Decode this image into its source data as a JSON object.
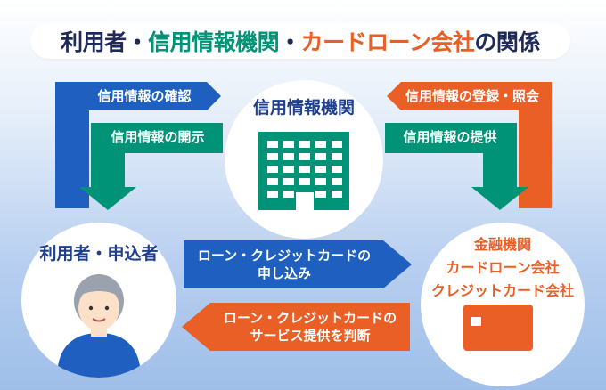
{
  "title": {
    "part1": "利用者・",
    "part2": "信用情報機関",
    "part3": "・",
    "part4": "カードローン会社",
    "part5": "の関係"
  },
  "nodes": {
    "credit_bureau": "信用情報機関",
    "user": "利用者・申込者",
    "lender_lines": [
      "金融機関",
      "カードローン会社",
      "クレジットカード会社"
    ]
  },
  "arrows": {
    "confirm": "信用情報の確認",
    "disclose": "信用情報の開示",
    "register": "信用情報の登録・照会",
    "provide": "信用情報の提供",
    "apply_line1": "ローン・クレジットカードの",
    "apply_line2": "申し込み",
    "judge_line1": "ローン・クレジットカードの",
    "judge_line2": "サービス提供を判断"
  },
  "colors": {
    "blue": "#1f5fbf",
    "green": "#009377",
    "orange": "#ea5f26",
    "navy": "#1f3f8f"
  }
}
